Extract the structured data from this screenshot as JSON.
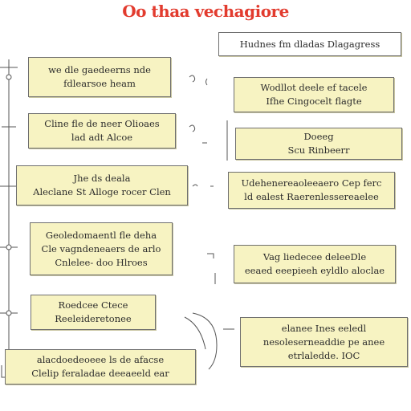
{
  "title": "Oo thaa vechagiore",
  "boxes": {
    "header_right": [
      "Hudnes fm dladas Dlagagress"
    ],
    "l1": [
      "we dle gaedeerns nde",
      "fdlearsoe heam"
    ],
    "l2": [
      "Cline fle de neer Olioaes",
      "lad adt Alcoe"
    ],
    "l3": [
      "Jhe ds deala",
      "Aleclane St Alloge rocer Clen"
    ],
    "l4": [
      "Geoledomaentl fle deha",
      "Cle vagndeneaers de arlo",
      "Cnlelee- doo Hlroes"
    ],
    "l5": [
      "Roedcee Ctece",
      "Reeleideretonee"
    ],
    "l6": [
      "alacdoedeoeee ls de afacse",
      "Clelip feraladae deeaeeld ear"
    ],
    "r1": [
      "Wodllot deele ef tacele",
      "Ifhe Cingocelt flagte"
    ],
    "r2": [
      "Doeeg",
      "Scu Rinbeerr"
    ],
    "r3": [
      "Udehenereaoleeaero Cep ferc",
      "ld ealest Raerenlessereaelee"
    ],
    "r4": [
      "Vag liedecee deleeDle",
      "eeaed eeepieeh eyldlo aloclae"
    ],
    "r5": [
      "elanee Ines eeledl",
      "nesoleserneaddie pe anee",
      "etrlaledde. IOC"
    ]
  }
}
